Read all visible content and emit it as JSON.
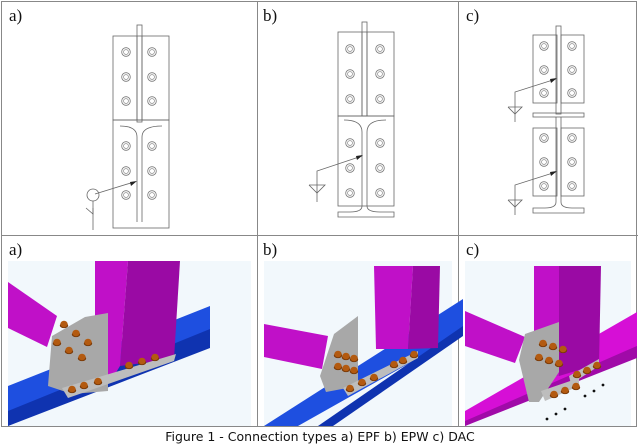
{
  "figure": {
    "caption": "Figure 1 - Connection types a) EPF b) EPW c) DAC",
    "rows": [
      {
        "kind": "2d-drawing",
        "cells": [
          {
            "label": "a)",
            "type": "EPF",
            "weld_symbol": "circle-fillet"
          },
          {
            "label": "b)",
            "type": "EPW",
            "weld_symbol": "fillet"
          },
          {
            "label": "c)",
            "type": "DAC",
            "weld_symbol": "fillet"
          }
        ]
      },
      {
        "kind": "3d-render",
        "cells": [
          {
            "label": "a)",
            "type": "EPF",
            "base_beam_color": "#1e4fe0"
          },
          {
            "label": "b)",
            "type": "EPW",
            "base_beam_color": "#1e4fe0"
          },
          {
            "label": "c)",
            "type": "DAC",
            "base_beam_color": "#d60fd6"
          }
        ]
      }
    ],
    "colors": {
      "member": "#c010c8",
      "member_dark": "#9a0aa4",
      "plate": "#a8a8a8",
      "bolt": "#b35a10",
      "beam_blue": "#1e4fe0",
      "beam_blue_dark": "#0f33b0",
      "render_bg": "#f2f8fc",
      "line": "#555555"
    }
  }
}
